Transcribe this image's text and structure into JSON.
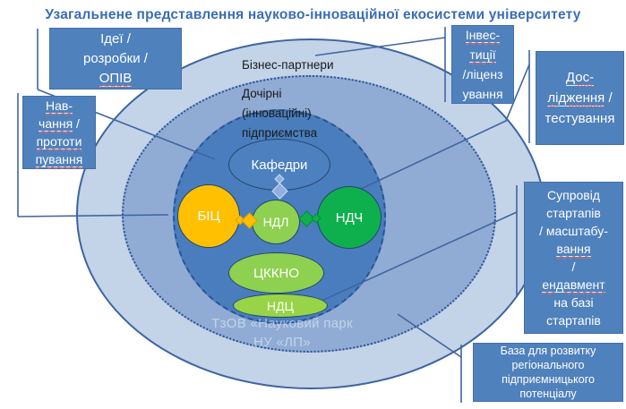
{
  "title": "Узагальнене представлення науково-інноваційної екосистеми університету",
  "rings": {
    "outer_label": "Бізнес-партнери",
    "middle_label_lines": [
      "Дочірні",
      "(інноваційні)",
      "підприємства"
    ],
    "watermark_lines": [
      "ТзОВ «Науковий парк",
      "НУ «ЛП»"
    ]
  },
  "nodes": {
    "kafedry": "Кафедри",
    "bic": "БІЦ",
    "ndl": "НДЛ",
    "ndch": "НДЧ",
    "ckkno": "ЦККНО",
    "ndc": "НДЦ"
  },
  "callouts": {
    "idei": {
      "lines": [
        [
          {
            "t": "Ідеї /"
          }
        ],
        [
          {
            "t": "розробки /"
          }
        ],
        [
          {
            "t": "ОПІВ",
            "u": 1
          }
        ]
      ]
    },
    "nav": {
      "lines": [
        [
          {
            "t": "Нав-",
            "u": 1
          }
        ],
        [
          {
            "t": "чання",
            "u": 1
          },
          {
            "t": " /"
          }
        ],
        [
          {
            "t": "прототи",
            "u": 1
          }
        ],
        [
          {
            "t": "пування",
            "u": 1
          }
        ]
      ]
    },
    "inves": {
      "lines": [
        [
          {
            "t": "Інвес-",
            "u": 1
          }
        ],
        [
          {
            "t": "тиції",
            "u": 1
          }
        ],
        [
          {
            "t": "/ліценз"
          }
        ],
        [
          {
            "t": "ування"
          }
        ]
      ]
    },
    "dos": {
      "lines": [
        [
          {
            "t": "Дос-",
            "u": 1
          }
        ],
        [
          {
            "t": "лідження",
            "u": 1
          },
          {
            "t": " /"
          }
        ],
        [
          {
            "t": "тестування"
          }
        ]
      ]
    },
    "suprovid": {
      "lines": [
        [
          {
            "t": "Супровід"
          }
        ],
        [
          {
            "t": "стартапів"
          }
        ],
        [
          {
            "t": "/ масштабу-"
          }
        ],
        [
          {
            "t": "вання",
            "u": 1
          }
        ],
        [
          {
            "t": "/"
          }
        ],
        [
          {
            "t": "ендавмент",
            "u": 1
          }
        ],
        [
          {
            "t": "на базі"
          }
        ],
        [
          {
            "t": "стартапів"
          }
        ]
      ]
    },
    "baza": {
      "lines": [
        [
          {
            "t": "База для розвитку"
          }
        ],
        [
          {
            "t": "регіонального"
          }
        ],
        [
          {
            "t": "підприємницького"
          }
        ],
        [
          {
            "t": "потенціалу"
          }
        ]
      ]
    }
  },
  "colors": {
    "title_text": "#3a6db5",
    "callout_fill": "#4f81bd",
    "outer_ring_fill": "#c3d3e8",
    "middle_ring_fill": "#90acd5",
    "inner_ring_fill": "#4a7dbd",
    "ring_border": "#2b5491",
    "bic_fill": "#fec000",
    "ndl_fill": "#8ed04f",
    "ndch_fill": "#0eb04d",
    "connector_line": "#3f66a0"
  }
}
